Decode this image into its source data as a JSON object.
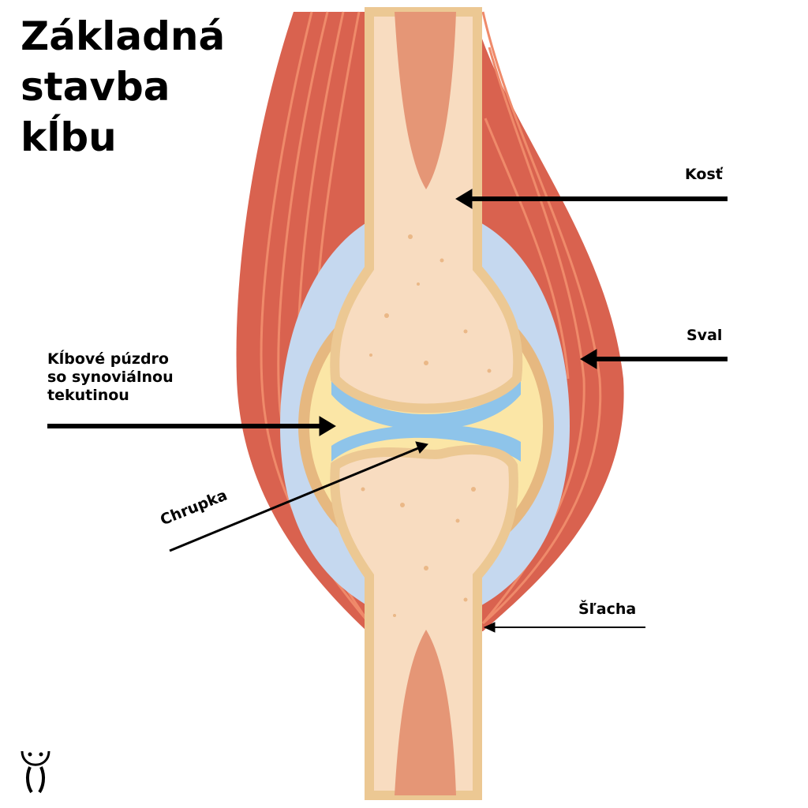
{
  "title": "Základná\nstavba\nkĺbu",
  "labels": {
    "bone": "Kosť",
    "muscle": "Sval",
    "capsule": "Kĺbové púzdro\nso synoviálnou\ntekutinou",
    "cartilage": "Chrupka",
    "tendon": "Šľacha"
  },
  "logo": "logo",
  "colors": {
    "muscle": "#d9624f",
    "muscle_stripe": "#ef8a6a",
    "capsule": "#c5d8ef",
    "fluid": "#fbe6a6",
    "bone_border": "#ecc893",
    "bone_spongy": "#f8dcc0",
    "marrow": "#e59676",
    "cartilage": "#8ec4ea"
  }
}
